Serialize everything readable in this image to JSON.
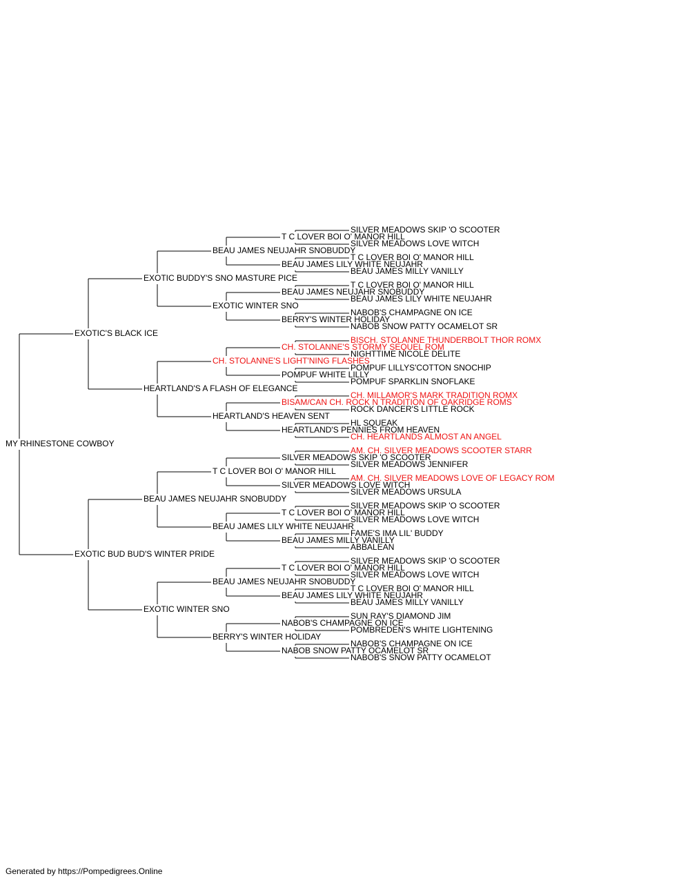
{
  "colors": {
    "normal": "#000000",
    "titled": "#ee1111",
    "line": "#000000"
  },
  "pedigree": {
    "name": "MY RHINESTONE COWBOY",
    "parents": [
      {
        "name": "EXOTIC'S BLACK ICE",
        "parents": [
          {
            "name": "EXOTIC BUDDY'S SNO MASTURE PICE",
            "parents": [
              {
                "name": "BEAU JAMES NEUJAHR SNOBUDDY",
                "parents": [
                  {
                    "name": "T C LOVER BOI O' MANOR HILL",
                    "parents": [
                      {
                        "name": "SILVER MEADOWS SKIP 'O SCOOTER"
                      },
                      {
                        "name": "SILVER MEADOWS LOVE WITCH"
                      }
                    ]
                  },
                  {
                    "name": "BEAU JAMES LILY WHITE NEUJAHR",
                    "parents": [
                      {
                        "name": "T C LOVER BOI O' MANOR HILL"
                      },
                      {
                        "name": "BEAU JAMES MILLY VANILLY"
                      }
                    ]
                  }
                ]
              },
              {
                "name": "EXOTIC WINTER SNO",
                "parents": [
                  {
                    "name": "BEAU JAMES NEUJAHR SNOBUDDY",
                    "parents": [
                      {
                        "name": "T C LOVER BOI O' MANOR HILL"
                      },
                      {
                        "name": "BEAU JAMES LILY WHITE NEUJAHR"
                      }
                    ]
                  },
                  {
                    "name": "BERRY'S WINTER HOLIDAY",
                    "parents": [
                      {
                        "name": "NABOB'S CHAMPAGNE ON ICE"
                      },
                      {
                        "name": "NABOB SNOW PATTY OCAMELOT SR"
                      }
                    ]
                  }
                ]
              }
            ]
          },
          {
            "name": "HEARTLAND'S A FLASH OF ELEGANCE",
            "parents": [
              {
                "name": "CH. STOLANNE'S LIGHT'NING FLASHES",
                "titled": true,
                "parents": [
                  {
                    "name": "CH. STOLANNE'S STORMY SEQUEL ROM",
                    "titled": true,
                    "parents": [
                      {
                        "name": "BISCH. STOLANNE THUNDERBOLT THOR ROMX",
                        "titled": true
                      },
                      {
                        "name": "NIGHTTIME NICOLE DELITE"
                      }
                    ]
                  },
                  {
                    "name": "POMPUF WHITE LILLY",
                    "parents": [
                      {
                        "name": "POMPUF LILLYS'COTTON SNOCHIP"
                      },
                      {
                        "name": "POMPUF SPARKLIN SNOFLAKE"
                      }
                    ]
                  }
                ]
              },
              {
                "name": "HEARTLAND'S HEAVEN SENT",
                "parents": [
                  {
                    "name": "BISAM/CAN CH. ROCK N TRADITION OF OAKRIDGE ROMS",
                    "titled": true,
                    "parents": [
                      {
                        "name": "CH. MILLAMOR'S MARK TRADITION ROMX",
                        "titled": true
                      },
                      {
                        "name": "ROCK DANCER'S LITTLE ROCK"
                      }
                    ]
                  },
                  {
                    "name": "HEARTLAND'S PENNIES FROM HEAVEN",
                    "parents": [
                      {
                        "name": "HL SQUEAK"
                      },
                      {
                        "name": "CH. HEARTLANDS ALMOST AN ANGEL",
                        "titled": true
                      }
                    ]
                  }
                ]
              }
            ]
          }
        ]
      },
      {
        "name": "EXOTIC BUD BUD'S WINTER PRIDE",
        "parents": [
          {
            "name": "BEAU JAMES NEUJAHR SNOBUDDY",
            "parents": [
              {
                "name": "T C LOVER BOI O' MANOR HILL",
                "parents": [
                  {
                    "name": "SILVER MEADOWS SKIP 'O SCOOTER",
                    "parents": [
                      {
                        "name": "AM. CH. SILVER MEADOWS SCOOTER STARR",
                        "titled": true
                      },
                      {
                        "name": "SILVER MEADOWS JENNIFER"
                      }
                    ]
                  },
                  {
                    "name": "SILVER MEADOWS LOVE WITCH",
                    "parents": [
                      {
                        "name": "AM. CH. SILVER MEADOWS LOVE OF LEGACY ROM",
                        "titled": true
                      },
                      {
                        "name": "SILVER MEADOWS URSULA"
                      }
                    ]
                  }
                ]
              },
              {
                "name": "BEAU JAMES LILY WHITE NEUJAHR",
                "parents": [
                  {
                    "name": "T C LOVER BOI O' MANOR HILL",
                    "parents": [
                      {
                        "name": "SILVER MEADOWS SKIP 'O SCOOTER"
                      },
                      {
                        "name": "SILVER MEADOWS LOVE WITCH"
                      }
                    ]
                  },
                  {
                    "name": "BEAU JAMES MILLY VANILLY",
                    "parents": [
                      {
                        "name": "FAME'S IMA LIL' BUDDY"
                      },
                      {
                        "name": "ABBALEAN"
                      }
                    ]
                  }
                ]
              }
            ]
          },
          {
            "name": "EXOTIC WINTER SNO",
            "parents": [
              {
                "name": "BEAU JAMES NEUJAHR SNOBUDDY",
                "parents": [
                  {
                    "name": "T C LOVER BOI O' MANOR HILL",
                    "parents": [
                      {
                        "name": "SILVER MEADOWS SKIP 'O SCOOTER"
                      },
                      {
                        "name": "SILVER MEADOWS LOVE WITCH"
                      }
                    ]
                  },
                  {
                    "name": "BEAU JAMES LILY WHITE NEUJAHR",
                    "parents": [
                      {
                        "name": "T C LOVER BOI O' MANOR HILL"
                      },
                      {
                        "name": "BEAU JAMES MILLY VANILLY"
                      }
                    ]
                  }
                ]
              },
              {
                "name": "BERRY'S WINTER HOLIDAY",
                "parents": [
                  {
                    "name": "NABOB'S CHAMPAGNE ON ICE",
                    "parents": [
                      {
                        "name": "SUN RAY'S DIAMOND JIM"
                      },
                      {
                        "name": "POMBREDEN'S WHITE LIGHTENING"
                      }
                    ]
                  },
                  {
                    "name": "NABOB SNOW PATTY OCAMELOT SR",
                    "parents": [
                      {
                        "name": "NABOB'S CHAMPAGNE ON ICE"
                      },
                      {
                        "name": "NABOB'S SNOW PATTY OCAMELOT"
                      }
                    ]
                  }
                ]
              }
            ]
          }
        ]
      }
    ]
  },
  "footer": "Generated by https://Pompedigrees.Online"
}
